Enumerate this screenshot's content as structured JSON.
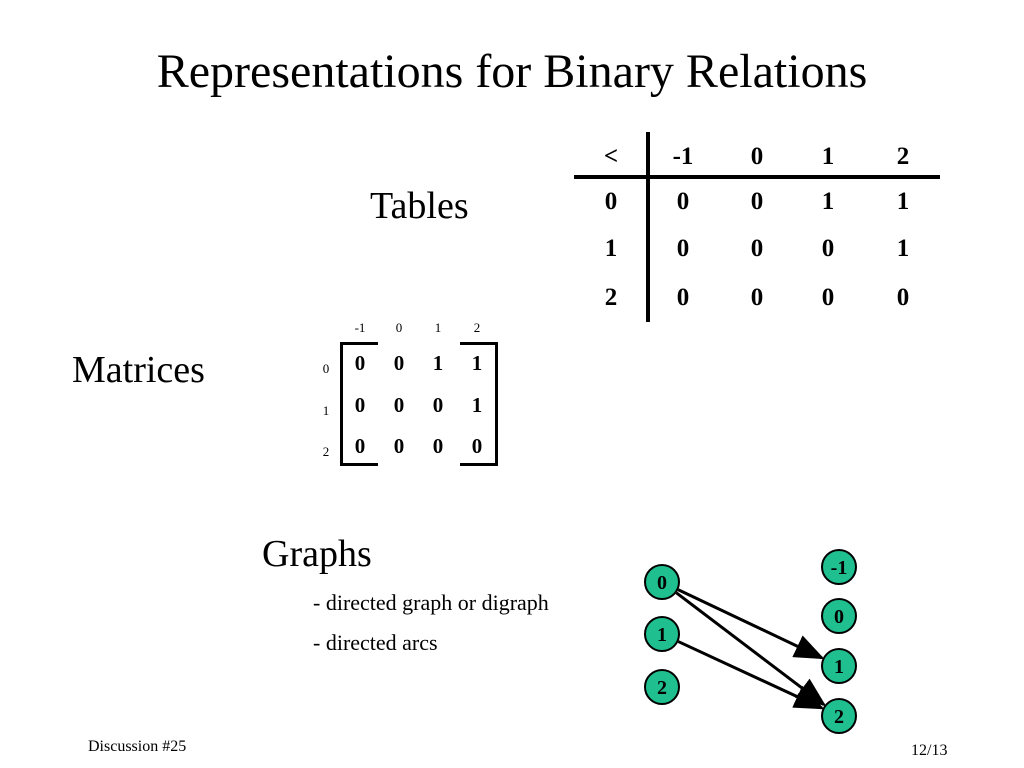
{
  "title": "Representations for Binary Relations",
  "sections": {
    "tables": "Tables",
    "matrices": "Matrices",
    "graphs": "Graphs",
    "graph_bullets": [
      "- directed graph or digraph",
      "- directed arcs"
    ]
  },
  "table": {
    "corner": "<",
    "columns": [
      "-1",
      "0",
      "1",
      "2"
    ],
    "rows": [
      {
        "label": "0",
        "cells": [
          "0",
          "0",
          "1",
          "1"
        ]
      },
      {
        "label": "1",
        "cells": [
          "0",
          "0",
          "0",
          "1"
        ]
      },
      {
        "label": "2",
        "cells": [
          "0",
          "0",
          "0",
          "0"
        ]
      }
    ]
  },
  "matrix": {
    "columns": [
      "-1",
      "0",
      "1",
      "2"
    ],
    "rows": [
      {
        "label": "0",
        "cells": [
          "0",
          "0",
          "1",
          "1"
        ]
      },
      {
        "label": "1",
        "cells": [
          "0",
          "0",
          "0",
          "1"
        ]
      },
      {
        "label": "2",
        "cells": [
          "0",
          "0",
          "0",
          "0"
        ]
      }
    ]
  },
  "graph": {
    "node_color": "#1fbf8f",
    "left_nodes": [
      "0",
      "1",
      "2"
    ],
    "right_nodes": [
      "-1",
      "0",
      "1",
      "2"
    ],
    "edges": [
      {
        "from": "0",
        "to": "1"
      },
      {
        "from": "0",
        "to": "2"
      },
      {
        "from": "1",
        "to": "2"
      }
    ]
  },
  "footer": {
    "left": "Discussion #25",
    "right": "12/13"
  }
}
